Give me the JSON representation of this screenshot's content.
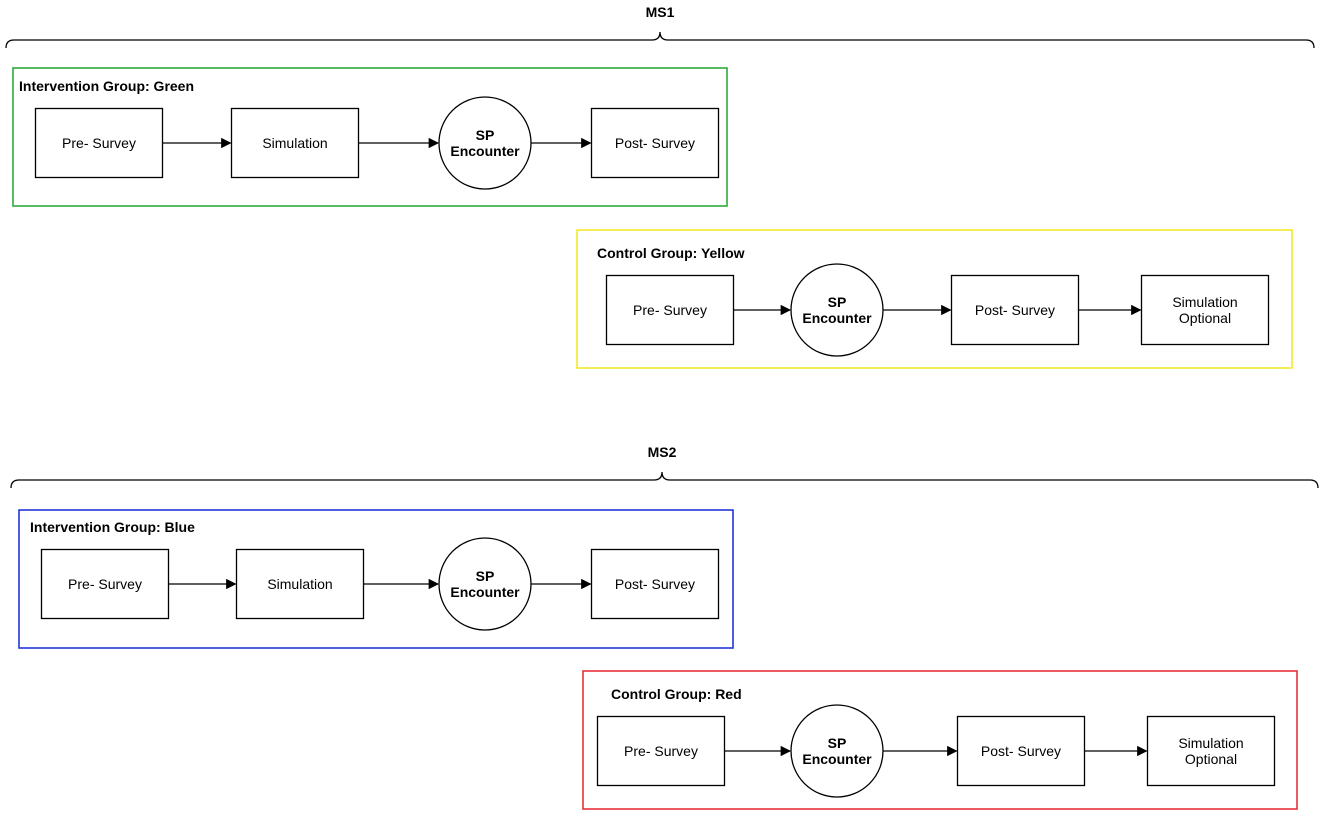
{
  "sections": [
    {
      "label": "MS1",
      "groups": [
        {
          "title": "Intervention Group: Green",
          "border_color": "#2eaa3c",
          "steps": [
            {
              "shape": "rect",
              "lines": [
                "Pre- Survey"
              ]
            },
            {
              "shape": "rect",
              "lines": [
                "Simulation"
              ]
            },
            {
              "shape": "circle",
              "lines": [
                "SP",
                "Encounter"
              ]
            },
            {
              "shape": "rect",
              "lines": [
                "Post- Survey"
              ]
            }
          ]
        },
        {
          "title": "Control Group: Yellow",
          "border_color": "#f2ea2a",
          "steps": [
            {
              "shape": "rect",
              "lines": [
                "Pre- Survey"
              ]
            },
            {
              "shape": "circle",
              "lines": [
                "SP",
                "Encounter"
              ]
            },
            {
              "shape": "rect",
              "lines": [
                "Post- Survey"
              ]
            },
            {
              "shape": "rect",
              "lines": [
                "Simulation",
                "Optional"
              ]
            }
          ]
        }
      ]
    },
    {
      "label": "MS2",
      "groups": [
        {
          "title": "Intervention Group: Blue",
          "border_color": "#2336d8",
          "steps": [
            {
              "shape": "rect",
              "lines": [
                "Pre- Survey"
              ]
            },
            {
              "shape": "rect",
              "lines": [
                "Simulation"
              ]
            },
            {
              "shape": "circle",
              "lines": [
                "SP",
                "Encounter"
              ]
            },
            {
              "shape": "rect",
              "lines": [
                "Post- Survey"
              ]
            }
          ]
        },
        {
          "title": "Control Group: Red",
          "border_color": "#e8323c",
          "steps": [
            {
              "shape": "rect",
              "lines": [
                "Pre- Survey"
              ]
            },
            {
              "shape": "circle",
              "lines": [
                "SP",
                "Encounter"
              ]
            },
            {
              "shape": "rect",
              "lines": [
                "Post- Survey"
              ]
            },
            {
              "shape": "rect",
              "lines": [
                "Simulation",
                "Optional"
              ]
            }
          ]
        }
      ]
    }
  ]
}
